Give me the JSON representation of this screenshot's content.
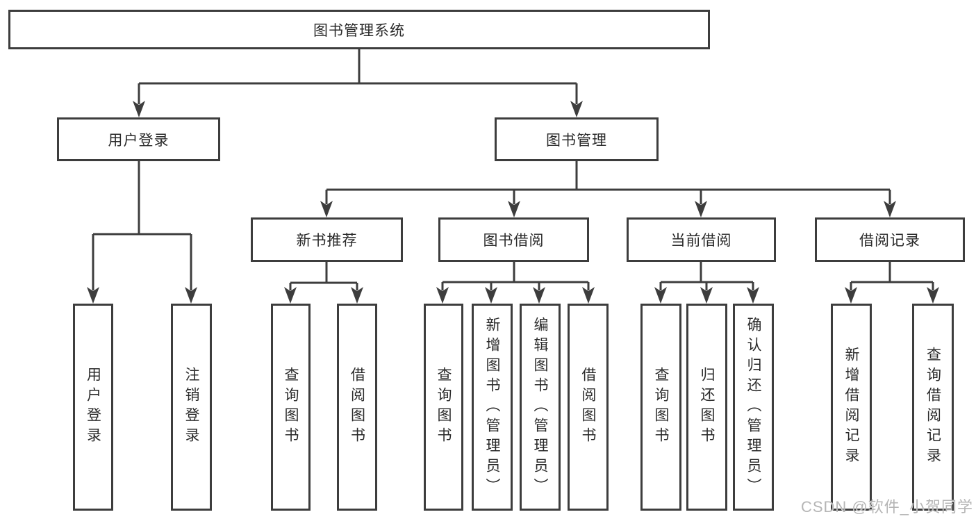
{
  "diagram": {
    "type": "tree",
    "title": "图书管理系统"
  },
  "nodes": {
    "root": {
      "label": "图书管理系统",
      "children": [
        "用户登录",
        "图书管理"
      ]
    },
    "user_login": {
      "label": "用户登录",
      "children": [
        "用户登录",
        "注销登录"
      ]
    },
    "book_mgmt": {
      "label": "图书管理",
      "children": [
        "新书推荐",
        "图书借阅",
        "当前借阅",
        "借阅记录"
      ]
    },
    "new_rec": {
      "label": "新书推荐",
      "children": [
        "查询图书",
        "借阅图书"
      ]
    },
    "borrowing": {
      "label": "图书借阅",
      "children": [
        "查询图书",
        "新增图书（管理员）",
        "编辑图书（管理员）",
        "借阅图书"
      ]
    },
    "current": {
      "label": "当前借阅",
      "children": [
        "查询图书",
        "归还图书",
        "确认归还（管理员）"
      ]
    },
    "records": {
      "label": "借阅记录",
      "children": [
        "新增借阅记录",
        "查询借阅记录"
      ]
    }
  },
  "leaves": [
    {
      "label": "用户登录",
      "parent": "用户登录"
    },
    {
      "label": "注销登录",
      "parent": "用户登录"
    },
    {
      "label": "查询图书",
      "parent": "新书推荐"
    },
    {
      "label": "借阅图书",
      "parent": "新书推荐"
    },
    {
      "label": "查询图书",
      "parent": "图书借阅"
    },
    {
      "label": "新增图书（管理员）",
      "parent": "图书借阅"
    },
    {
      "label": "编辑图书（管理员）",
      "parent": "图书借阅"
    },
    {
      "label": "借阅图书",
      "parent": "图书借阅"
    },
    {
      "label": "查询图书",
      "parent": "当前借阅"
    },
    {
      "label": "归还图书",
      "parent": "当前借阅"
    },
    {
      "label": "确认归还（管理员）",
      "parent": "当前借阅"
    },
    {
      "label": "新增借阅记录",
      "parent": "借阅记录"
    },
    {
      "label": "查询借阅记录",
      "parent": "借阅记录"
    }
  ],
  "watermark": "CSDN @软件_小贺同学",
  "colors": {
    "line": "#3d3d3d",
    "box_border": "#3d3d3d",
    "text": "#2a2a2a",
    "watermark": "#b5b5b5",
    "background": "#ffffff"
  }
}
